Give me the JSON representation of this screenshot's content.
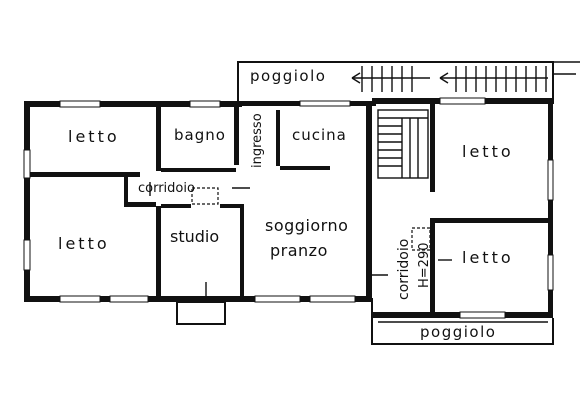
{
  "plan": {
    "rooms": {
      "letto_nw": "letto",
      "letto_w": "letto",
      "bagno": "bagno",
      "ingresso": "ingresso",
      "cucina": "cucina",
      "corridoio_w": "corridoio",
      "studio": "studio",
      "soggiorno": "soggiorno",
      "pranzo": "pranzo",
      "letto_ne": "letto",
      "letto_se": "letto",
      "corridoio_e": "corridoio",
      "height_note": "H=290"
    },
    "balconies": {
      "top": "poggiolo",
      "bottom": "poggiolo"
    }
  }
}
